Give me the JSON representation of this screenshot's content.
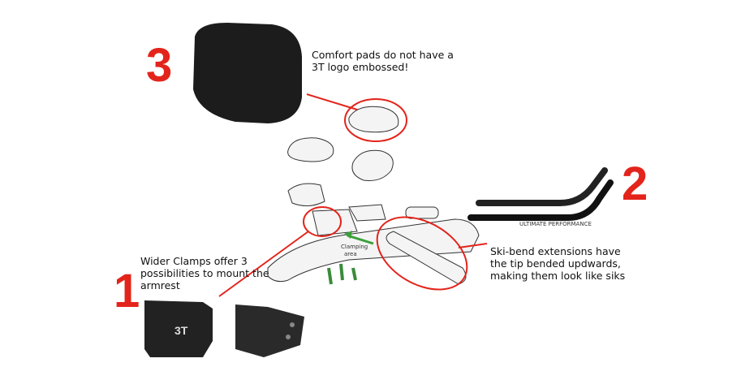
{
  "callouts": [
    {
      "number": "3",
      "text": "Comfort pads do not have a\n3T logo embossed!"
    },
    {
      "number": "2",
      "text": "Ski-bend extensions have\nthe tip bended updwards,\nmaking them look like siks"
    },
    {
      "number": "1",
      "text": "Wider Clamps offer 3\npossibilities to mount the\narmrest"
    }
  ],
  "diagram_label": "Clamping\narea",
  "extension_print": "ULTIMATE PERFORMANCE",
  "clamp_logo": "3T",
  "colors": {
    "highlight": "#e3241b",
    "arrow": "#3aa03a",
    "ink": "#111111"
  }
}
